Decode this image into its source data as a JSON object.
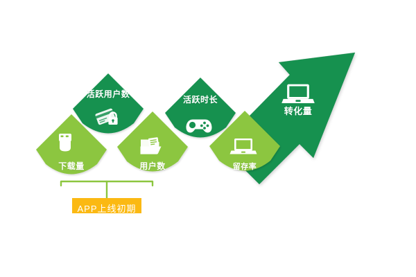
{
  "figure": {
    "type": "funnel-zigzag-infographic",
    "title_text_present": false,
    "background_color": "#ffffff"
  },
  "palette": {
    "light_green": "#8CC63F",
    "dark_green": "#179150",
    "amber": "#FBB913",
    "white": "#ffffff",
    "bracket_green": "#8CC63F",
    "shadow": "rgba(0,0,0,0.10)"
  },
  "stages": [
    {
      "id": "downloads",
      "label": "下载量",
      "icon": "usb-drive-icon",
      "tone": "light",
      "color": "#8CC63F",
      "label_position": "below-icon",
      "level": "low",
      "order": 1
    },
    {
      "id": "active-users",
      "label": "活跃用户数",
      "icon": "credit-card-lock-icon",
      "tone": "dark",
      "color": "#179150",
      "label_position": "above-icon",
      "level": "high",
      "order": 2
    },
    {
      "id": "user-count",
      "label": "用户数",
      "icon": "folder-document-icon",
      "tone": "light",
      "color": "#8CC63F",
      "label_position": "below-icon",
      "level": "low",
      "order": 3
    },
    {
      "id": "active-duration",
      "label": "活跃时长",
      "icon": "gamepad-icon",
      "tone": "dark",
      "color": "#179150",
      "label_position": "above-icon",
      "level": "high",
      "order": 4
    },
    {
      "id": "retention-rate",
      "label": "留存率",
      "icon": "laptop-icon",
      "tone": "light",
      "color": "#8CC63F",
      "label_position": "below-icon",
      "level": "low",
      "order": 5
    },
    {
      "id": "conversion",
      "label": "转化量",
      "icon": "laptop-icon",
      "tone": "dark",
      "color": "#179150",
      "label_position": "below-icon",
      "level": "arrow",
      "shape": "arrow-up-right",
      "order": 6
    }
  ],
  "annotation": {
    "id": "app-launch-phase",
    "label": "APP上线初期",
    "box_color": "#FBB913",
    "text_color": "#ffffff",
    "covers_stages": [
      "下载量",
      "活跃用户数",
      "用户数"
    ],
    "bracket_color": "#8CC63F"
  }
}
